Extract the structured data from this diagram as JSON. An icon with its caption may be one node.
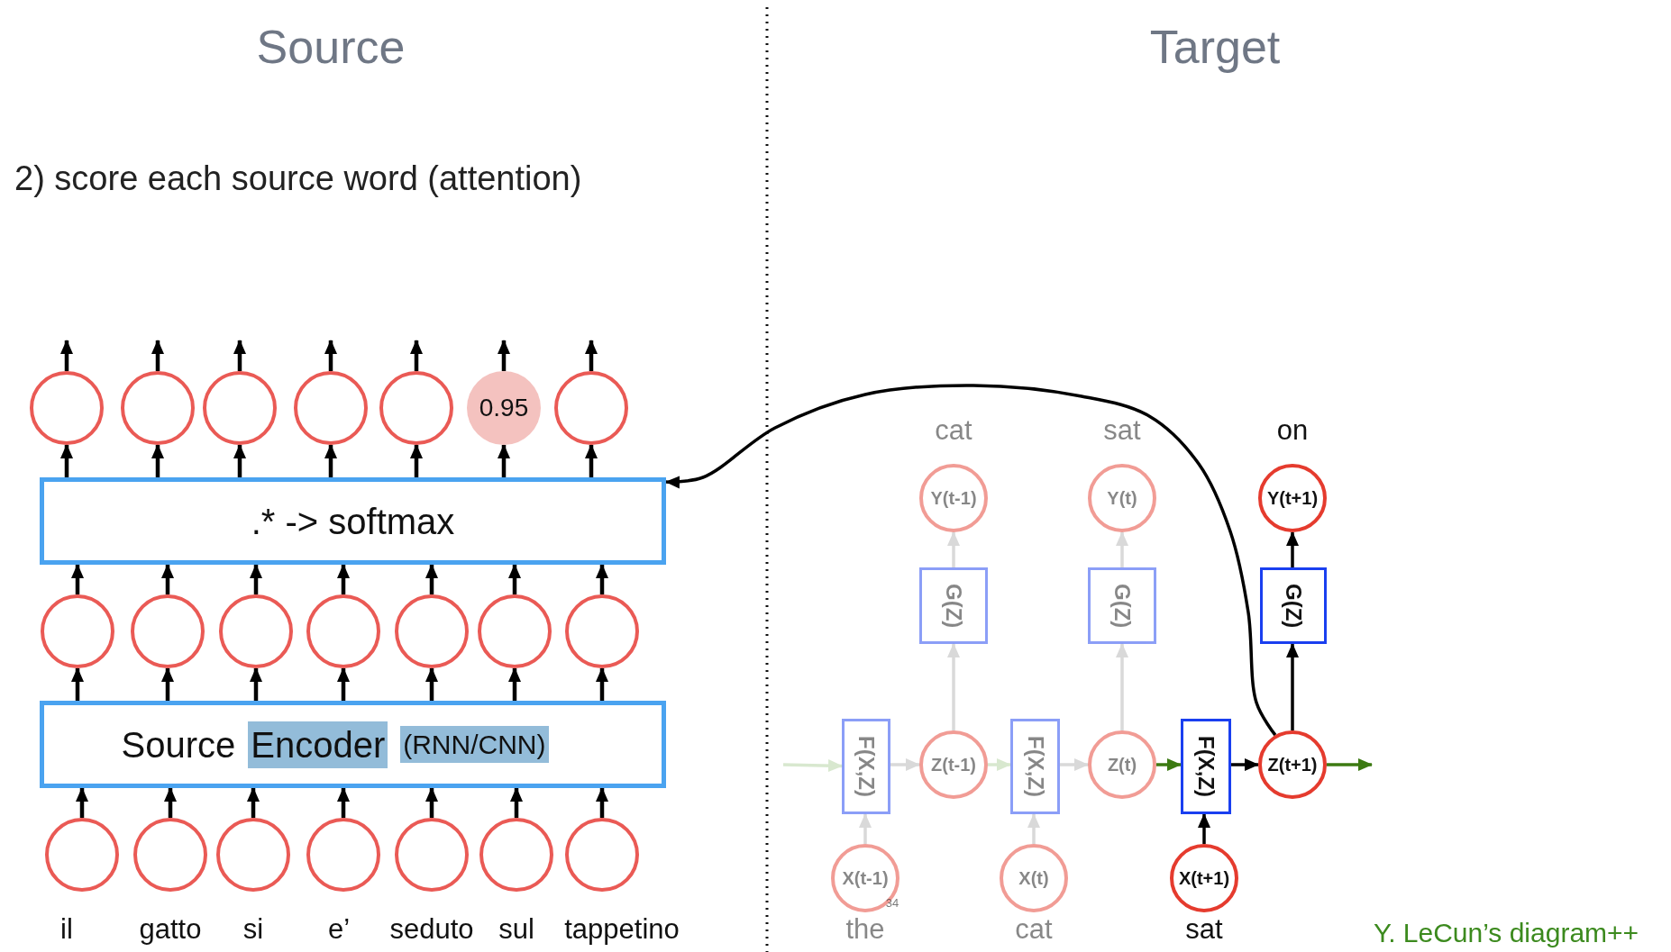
{
  "diagram": {
    "nodes": [
      {
        "text": [],
        "shape": "circle"
      },
      {
        "text": [],
        "shape": "circle"
      },
      {
        "text": [],
        "shape": "circle"
      },
      {
        "text": [],
        "shape": "circle"
      },
      {
        "text": [],
        "shape": "circle"
      },
      {
        "text": [
          "0.95"
        ]
      },
      {
        "text": [],
        "shape": "circle"
      },
      {
        "text": [
          ".* -> softmax"
        ]
      },
      {
        "text": [],
        "shape": "circle"
      },
      {
        "text": [],
        "shape": "circle"
      },
      {
        "text": [],
        "shape": "circle"
      },
      {
        "text": [],
        "shape": "circle"
      },
      {
        "text": [],
        "shape": "circle"
      },
      {
        "text": [],
        "shape": "circle"
      },
      {
        "text": [],
        "shape": "circle"
      },
      {
        "text": [
          "Source",
          "Encoder",
          "(RNN/CNN)"
        ]
      },
      {
        "text": [],
        "shape": "circle",
        "beside": [
          "il"
        ]
      },
      {
        "text": [],
        "shape": "circle",
        "beside": [
          "gatto"
        ]
      },
      {
        "text": [],
        "shape": "circle",
        "beside": [
          "si"
        ]
      },
      {
        "text": [],
        "shape": "circle",
        "beside": [
          "e’"
        ]
      },
      {
        "text": [],
        "shape": "circle",
        "beside": [
          "seduto"
        ]
      },
      {
        "text": [],
        "shape": "circle",
        "beside": [
          "sul"
        ]
      },
      {
        "text": [],
        "shape": "circle",
        "beside": [
          "tappetino"
        ]
      },
      {
        "text": [
          "Y(t-1)"
        ],
        "beside": [
          "cat"
        ]
      },
      {
        "text": [
          "Y(t)"
        ],
        "beside": [
          "sat"
        ]
      },
      {
        "text": [
          "Y(t+1)"
        ],
        "beside": [
          "on"
        ]
      },
      {
        "text": [
          "G(Z)"
        ]
      },
      {
        "text": [
          "G(Z)"
        ]
      },
      {
        "text": [
          "G(Z)"
        ]
      },
      {
        "text": [
          "F(X,Z)"
        ]
      },
      {
        "text": [
          "Z(t-1)"
        ]
      },
      {
        "text": [
          "F(X,Z)"
        ]
      },
      {
        "text": [
          "Z(t)"
        ]
      },
      {
        "text": [
          "F(X,Z)"
        ]
      },
      {
        "text": [
          "Z(t+1)"
        ]
      },
      {
        "text": [
          "X(t-1)"
        ],
        "beside": [
          "the"
        ]
      },
      {
        "text": [
          "X(t)"
        ],
        "beside": [
          "cat"
        ]
      },
      {
        "text": [
          "X(t+1)"
        ],
        "beside": [
          "sat"
        ]
      }
    ],
    "edges": [
      {
        "from": 16,
        "to": 15,
        "arrow": "to"
      },
      {
        "from": 17,
        "to": 15,
        "arrow": "to"
      },
      {
        "from": 18,
        "to": 15,
        "arrow": "to"
      },
      {
        "from": 19,
        "to": 15,
        "arrow": "to"
      },
      {
        "from": 20,
        "to": 15,
        "arrow": "to"
      },
      {
        "from": 21,
        "to": 15,
        "arrow": "to"
      },
      {
        "from": 22,
        "to": 15,
        "arrow": "to"
      },
      {
        "from": 15,
        "to": 8,
        "arrow": "to"
      },
      {
        "from": 15,
        "to": 9,
        "arrow": "to"
      },
      {
        "from": 15,
        "to": 10,
        "arrow": "to"
      },
      {
        "from": 15,
        "to": 11,
        "arrow": "to"
      },
      {
        "from": 15,
        "to": 12,
        "arrow": "to"
      },
      {
        "from": 15,
        "to": 13,
        "arrow": "to"
      },
      {
        "from": 15,
        "to": 14,
        "arrow": "to"
      },
      {
        "from": 8,
        "to": 7,
        "arrow": "to"
      },
      {
        "from": 9,
        "to": 7,
        "arrow": "to"
      },
      {
        "from": 10,
        "to": 7,
        "arrow": "to"
      },
      {
        "from": 11,
        "to": 7,
        "arrow": "to"
      },
      {
        "from": 12,
        "to": 7,
        "arrow": "to"
      },
      {
        "from": 13,
        "to": 7,
        "arrow": "to"
      },
      {
        "from": 14,
        "to": 7,
        "arrow": "to"
      },
      {
        "from": 7,
        "to": 0,
        "arrow": "to"
      },
      {
        "from": 7,
        "to": 1,
        "arrow": "to"
      },
      {
        "from": 7,
        "to": 2,
        "arrow": "to"
      },
      {
        "from": 7,
        "to": 3,
        "arrow": "to"
      },
      {
        "from": 7,
        "to": 4,
        "arrow": "to"
      },
      {
        "from": 7,
        "to": 5,
        "arrow": "to"
      },
      {
        "from": 7,
        "to": 6,
        "arrow": "to"
      },
      {
        "from": 0,
        "to": null,
        "arrow": "to"
      },
      {
        "from": 1,
        "to": null,
        "arrow": "to"
      },
      {
        "from": 2,
        "to": null,
        "arrow": "to"
      },
      {
        "from": 3,
        "to": null,
        "arrow": "to"
      },
      {
        "from": 4,
        "to": null,
        "arrow": "to"
      },
      {
        "from": 5,
        "to": null,
        "arrow": "to"
      },
      {
        "from": 6,
        "to": null,
        "arrow": "to"
      },
      {
        "from": null,
        "to": 29,
        "arrow": "to",
        "color": "#d8e8cf"
      },
      {
        "from": 29,
        "to": 30,
        "arrow": "to",
        "color": "#d9d9d9"
      },
      {
        "from": 30,
        "to": 31,
        "arrow": "to",
        "color": "#d8e8cf"
      },
      {
        "from": 31,
        "to": 32,
        "arrow": "to",
        "color": "#d9d9d9"
      },
      {
        "from": 32,
        "to": 33,
        "arrow": "to",
        "color": "#3c7a12"
      },
      {
        "from": 33,
        "to": 34,
        "arrow": "to"
      },
      {
        "from": 34,
        "to": null,
        "arrow": "to",
        "color": "#3c7a12"
      },
      {
        "from": 35,
        "to": 29,
        "arrow": "to",
        "color": "#d9d9d9"
      },
      {
        "from": 36,
        "to": 31,
        "arrow": "to",
        "color": "#d9d9d9"
      },
      {
        "from": 37,
        "to": 33,
        "arrow": "to"
      },
      {
        "from": 30,
        "to": 26,
        "arrow": "to",
        "color": "#d9d9d9"
      },
      {
        "from": 26,
        "to": 23,
        "arrow": "to",
        "color": "#d9d9d9"
      },
      {
        "from": 32,
        "to": 27,
        "arrow": "to",
        "color": "#d9d9d9"
      },
      {
        "from": 27,
        "to": 24,
        "arrow": "to",
        "color": "#d9d9d9"
      },
      {
        "from": 34,
        "to": 28,
        "arrow": "to"
      },
      {
        "from": 28,
        "to": 25,
        "arrow": "to"
      },
      {
        "from": 34,
        "to": 7,
        "arrow": "to"
      }
    ],
    "labels": [
      "Source",
      "Target",
      "2) score each source word (attention)",
      "34",
      "Y. LeCun’s diagram++"
    ]
  }
}
